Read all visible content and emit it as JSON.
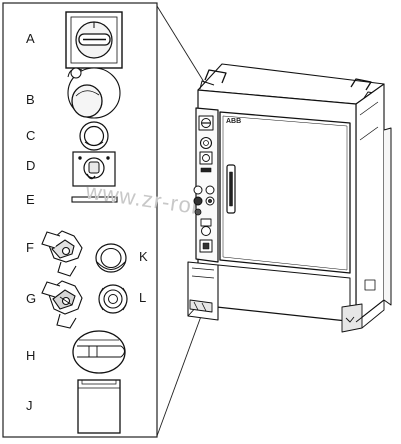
{
  "watermark": "www.zr-robot.com",
  "brand": "ABB",
  "callouts": [
    {
      "id": "A",
      "text": "A"
    },
    {
      "id": "B",
      "text": "B"
    },
    {
      "id": "C",
      "text": "C"
    },
    {
      "id": "D",
      "text": "D"
    },
    {
      "id": "E",
      "text": "E"
    },
    {
      "id": "F",
      "text": "F"
    },
    {
      "id": "G",
      "text": "G"
    },
    {
      "id": "H",
      "text": "H"
    },
    {
      "id": "J",
      "text": "J"
    },
    {
      "id": "K",
      "text": "K"
    },
    {
      "id": "L",
      "text": "L"
    }
  ]
}
